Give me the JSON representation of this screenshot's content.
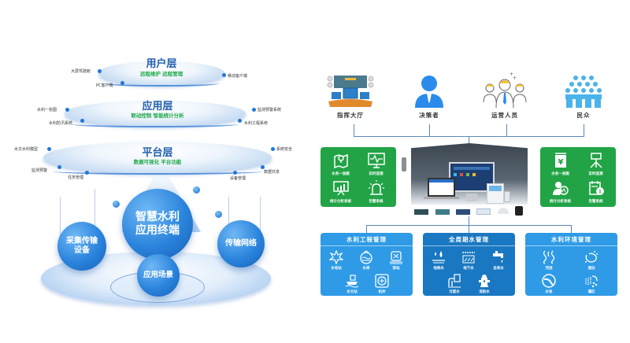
{
  "left": {
    "layers": [
      {
        "title": "用户层",
        "subtitle": "远程维护 远程管理",
        "nodes": [
          "大屏驾驶舱",
          "PC客户端",
          "移动客户端"
        ]
      },
      {
        "title": "应用层",
        "subtitle": "联动控制 智能统计分析",
        "nodes": [
          "水利一张图",
          "水利防汛系统",
          "监测预警系统",
          "水利工程系统"
        ]
      },
      {
        "title": "平台层",
        "subtitle": "数据可视化 平台功能",
        "nodes": [
          "水文水利模型",
          "监测预警",
          "任务管理",
          "系统安全",
          "数据共享",
          "设备管理"
        ]
      }
    ],
    "core": {
      "center": [
        "智慧水利",
        "应用终端"
      ],
      "left": [
        "采集传输",
        "设备"
      ],
      "right": "传输网络",
      "bottom": "应用场景"
    }
  },
  "right": {
    "roles": [
      {
        "label": "指挥大厅",
        "icon": "command-hall-icon"
      },
      {
        "label": "决策者",
        "icon": "decision-maker-icon"
      },
      {
        "label": "运营人员",
        "icon": "operators-icon"
      },
      {
        "label": "民众",
        "icon": "public-icon"
      }
    ],
    "left_panel": [
      {
        "label": "水务一张图",
        "icon": "map-pin-icon"
      },
      {
        "label": "实时监测",
        "icon": "monitor-pulse-icon"
      },
      {
        "label": "统计分析系统",
        "icon": "chart-board-icon"
      },
      {
        "label": "告警系统",
        "icon": "alarm-light-icon"
      }
    ],
    "right_panel": [
      {
        "label": "水务一张图",
        "icon": "yuan-doc-icon"
      },
      {
        "label": "实时监测",
        "icon": "sensor-tripod-icon"
      },
      {
        "label": "统计分析系统",
        "icon": "user-analysis-icon"
      },
      {
        "label": "告警系统",
        "icon": "calendar-info-icon"
      }
    ],
    "bottom_panels": [
      {
        "title": "水利工程管理",
        "color": "#2f9be6",
        "items": [
          "水电站",
          "水库",
          "泵站",
          "水文站",
          "机井"
        ]
      },
      {
        "title": "全周期水管理",
        "color": "#1a78c2",
        "items": [
          "地表水",
          "地下水",
          "自来水",
          "污废水",
          "消防水"
        ]
      },
      {
        "title": "水利环境管理",
        "color": "#2f9be6",
        "items": [
          "河流",
          "湖泊",
          "水系",
          "灌区"
        ]
      }
    ],
    "colors": {
      "green": "#22a446",
      "blue_light": "#2f9be6",
      "blue_dark": "#1a78c2",
      "connector": "#5b87b8"
    }
  }
}
